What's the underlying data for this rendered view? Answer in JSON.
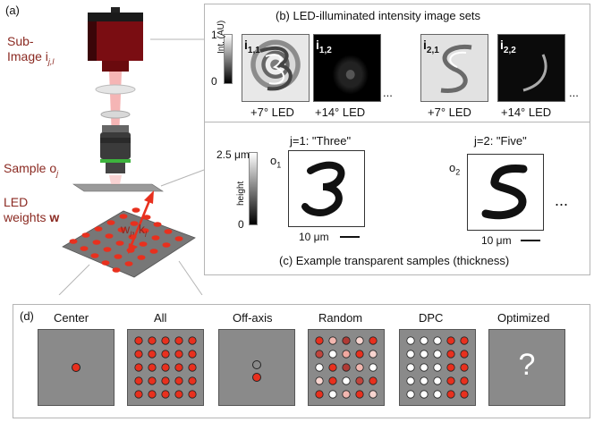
{
  "panel_a": {
    "label": "(a)",
    "subimage_line1": "Sub-",
    "subimage_line2": "Image i",
    "subimage_sub": "j,l",
    "sample": "Sample o",
    "sample_sub": "j",
    "led_line1": "LED",
    "led_line2": "weights ",
    "led_bold": "w",
    "wk_w": "w",
    "wk_l1": "l",
    "wk_k": ", k",
    "wk_l2": "l"
  },
  "panel_b": {
    "title": "(b) LED-illuminated intensity image sets",
    "cb_top": "1",
    "cb_bottom": "0",
    "cb_label": "Int. (AU)",
    "images": [
      {
        "label": "i",
        "sub": "1,1",
        "caption": "+7° LED"
      },
      {
        "label": "i",
        "sub": "1,2",
        "caption": "+14° LED"
      },
      {
        "label": "i",
        "sub": "2,1",
        "caption": "+7° LED"
      },
      {
        "label": "i",
        "sub": "2,2",
        "caption": "+14° LED"
      }
    ],
    "ellipsis": "..."
  },
  "panel_c": {
    "title": "(c) Example transparent samples (thickness)",
    "cb_top": "2.5 μm",
    "cb_bottom": "0",
    "cb_label": "height",
    "samples": [
      {
        "header": "j=1: \"Three\"",
        "label": "o",
        "sub": "1",
        "scale": "10 μm"
      },
      {
        "header": "j=2: \"Five\"",
        "label": "o",
        "sub": "2",
        "scale": "10 μm"
      }
    ],
    "ellipsis": "..."
  },
  "panel_d": {
    "label": "(d)",
    "patterns": [
      {
        "name": "Center"
      },
      {
        "name": "All"
      },
      {
        "name": "Off-axis"
      },
      {
        "name": "Random"
      },
      {
        "name": "DPC"
      },
      {
        "name": "Optimized",
        "symbol": "?"
      }
    ]
  },
  "colors": {
    "accent_red": "#8b2a22",
    "led_red": "#e8301e",
    "panel_gray": "#8a8a8a"
  }
}
